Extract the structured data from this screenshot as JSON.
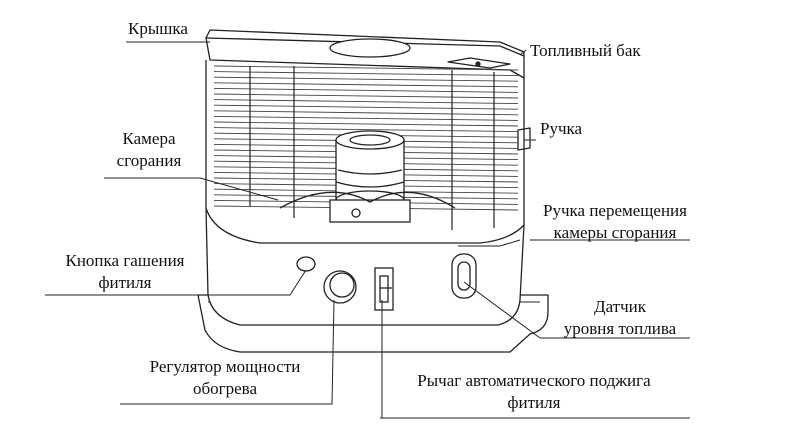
{
  "labels": {
    "lid": "Крышка",
    "fuel_tank": "Топливный бак",
    "handle": "Ручка",
    "chamber_line1": "Камера",
    "chamber_line2": "сгорания",
    "move_handle_line1": "Ручка перемещения",
    "move_handle_line2": "камеры сгорания",
    "wick_button_line1": "Кнопка гашения",
    "wick_button_line2": "фитиля",
    "fuel_sensor_line1": "Датчик",
    "fuel_sensor_line2": "уровня топлива",
    "power_regulator_line1": "Регулятор  мощности",
    "power_regulator_line2": "обогрева",
    "ignition_lever_line1": "Рычаг автоматического поджига",
    "ignition_lever_line2": "фитиля"
  }
}
